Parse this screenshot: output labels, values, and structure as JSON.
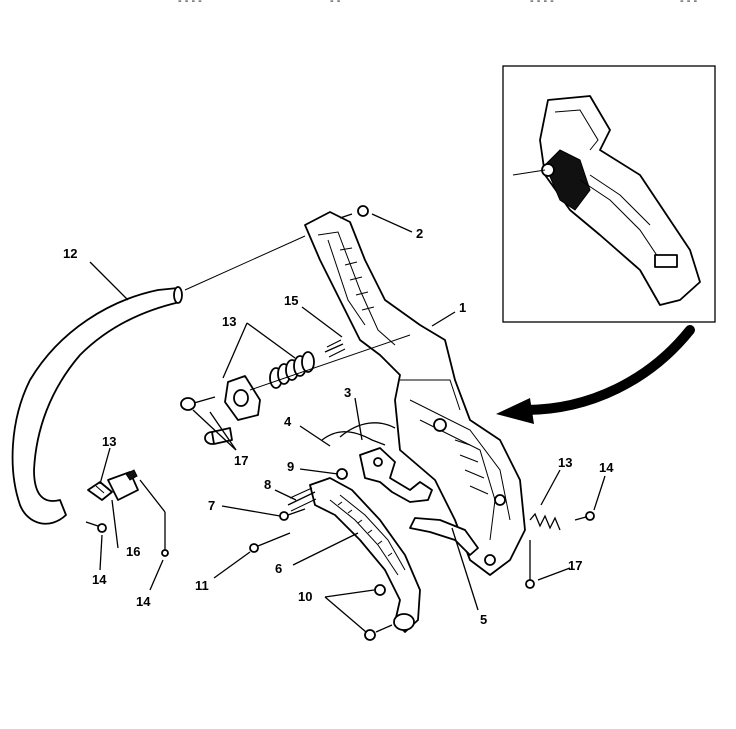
{
  "header": {
    "fragments": [
      "- - - -",
      "- -",
      "- - - -",
      "- - -"
    ]
  },
  "callouts": {
    "c1": "1",
    "c2": "2",
    "c3": "3",
    "c4": "4",
    "c5": "5",
    "c6": "6",
    "c7": "7",
    "c8": "8",
    "c9": "9",
    "c10": "10",
    "c11": "11",
    "c12": "12",
    "c13a": "13",
    "c13b": "13",
    "c13c": "13",
    "c14a": "14",
    "c14b": "14",
    "c14c": "14",
    "c15": "15",
    "c16": "16",
    "c17a": "17",
    "c17b": "17"
  },
  "colors": {
    "ink": "#000000",
    "paper": "#ffffff"
  }
}
